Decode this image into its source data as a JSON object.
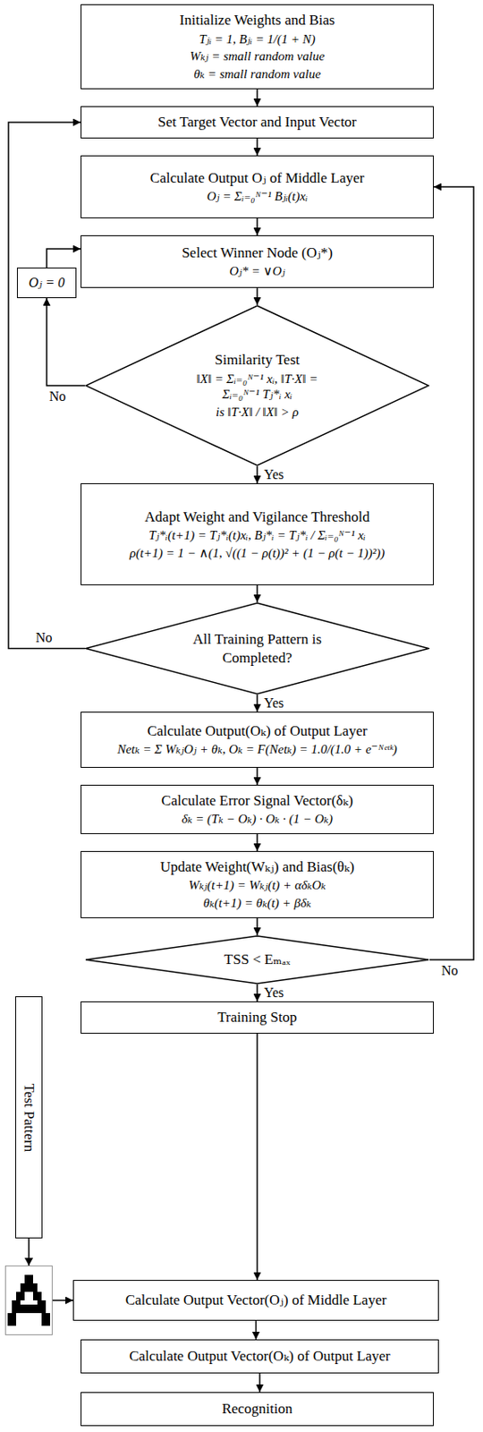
{
  "diagram": {
    "nodes": [
      {
        "text": [
          "Initialize Weights and Bias",
          "Tⱼᵢ = 1, Bⱼᵢ = 1/(1 + N)",
          "Wₖⱼ = small random value",
          "θₖ = small random value"
        ]
      },
      {
        "text": [
          "Set Target Vector and Input Vector"
        ]
      },
      {
        "text": [
          "Calculate Output Oⱼ of Middle Layer",
          "Oⱼ = Σᵢ₌₀ᴺ⁻¹ Bⱼᵢ(t)xᵢ"
        ]
      },
      {
        "text": [
          "Select Winner Node (Oⱼ*)",
          "Oⱼ* = ∨Oⱼ"
        ]
      },
      {
        "text": [
          "Oⱼ = 0"
        ]
      },
      {
        "text": [
          "Similarity Test",
          "‖X‖ = Σᵢ₌₀ᴺ⁻¹ xᵢ, ‖T·X‖ = Σᵢ₌₀ᴺ⁻¹ Tⱼ*ᵢ xᵢ",
          "is ‖T·X‖ / ‖X‖ > ρ"
        ]
      },
      {
        "text": [
          "Adapt Weight and Vigilance Threshold",
          "Tⱼ*ᵢ(t+1) = Tⱼ*ᵢ(t)xᵢ, Bⱼ*ᵢ = Tⱼ*ᵢ / Σᵢ₌₀ᴺ⁻¹ xᵢ",
          "ρ(t+1) = 1 − ∧(1, √((1 − ρ(t))² + (1 − ρ(t − 1))²))"
        ]
      },
      {
        "text": [
          "All Training Pattern is Completed?"
        ]
      },
      {
        "text": [
          "Calculate Output(Oₖ) of Output Layer",
          "Netₖ = Σ WₖⱼOⱼ + θₖ, Oₖ = F(Netₖ) = 1.0/(1.0 + e⁻ᴺᵉᵗᵏ)"
        ]
      },
      {
        "text": [
          "Calculate Error Signal Vector(δₖ)",
          "δₖ = (Tₖ − Oₖ) · Oₖ · (1 − Oₖ)"
        ]
      },
      {
        "text": [
          "Update Weight(Wₖⱼ) and Bias(θₖ)",
          "Wₖⱼ(t+1) = Wₖⱼ(t) + αδₖOₖ",
          "θₖ(t+1) = θₖ(t) + βδₖ"
        ]
      },
      {
        "text": [
          "TSS < Eₘₐₓ"
        ]
      },
      {
        "text": [
          "Training Stop"
        ]
      },
      {
        "text": [
          "Test Pattern"
        ]
      },
      {
        "text": [
          "Calculate Output Vector(Oⱼ) of Middle Layer"
        ]
      },
      {
        "text": [
          "Calculate Output Vector(Oₖ) of Output Layer"
        ]
      },
      {
        "text": [
          "Recognition"
        ]
      }
    ],
    "edges": [
      {
        "from": 0,
        "to": 1,
        "arrow": "to"
      },
      {
        "from": 1,
        "to": 2,
        "arrow": "to"
      },
      {
        "from": 2,
        "to": 3,
        "arrow": "to"
      },
      {
        "from": 3,
        "to": 5,
        "arrow": "to"
      },
      {
        "from": 5,
        "to": 4,
        "label": "No",
        "arrow": "to"
      },
      {
        "from": 4,
        "to": 3,
        "arrow": "to"
      },
      {
        "from": 5,
        "to": 6,
        "label": "Yes",
        "arrow": "to"
      },
      {
        "from": 6,
        "to": 7,
        "arrow": "to"
      },
      {
        "from": 7,
        "to": 1,
        "label": "No",
        "arrow": "to"
      },
      {
        "from": 7,
        "to": 8,
        "label": "Yes",
        "arrow": "to"
      },
      {
        "from": 8,
        "to": 9,
        "arrow": "to"
      },
      {
        "from": 9,
        "to": 10,
        "arrow": "to"
      },
      {
        "from": 10,
        "to": 11,
        "arrow": "to"
      },
      {
        "from": 11,
        "to": 2,
        "label": "No",
        "arrow": "to"
      },
      {
        "from": 11,
        "to": 12,
        "label": "Yes",
        "arrow": "to"
      },
      {
        "from": 12,
        "to": 14,
        "arrow": "to"
      },
      {
        "from": 13,
        "to": 14,
        "arrow": "to"
      },
      {
        "from": 14,
        "to": 15,
        "arrow": "to"
      },
      {
        "from": 15,
        "to": 16,
        "arrow": "to"
      }
    ]
  }
}
